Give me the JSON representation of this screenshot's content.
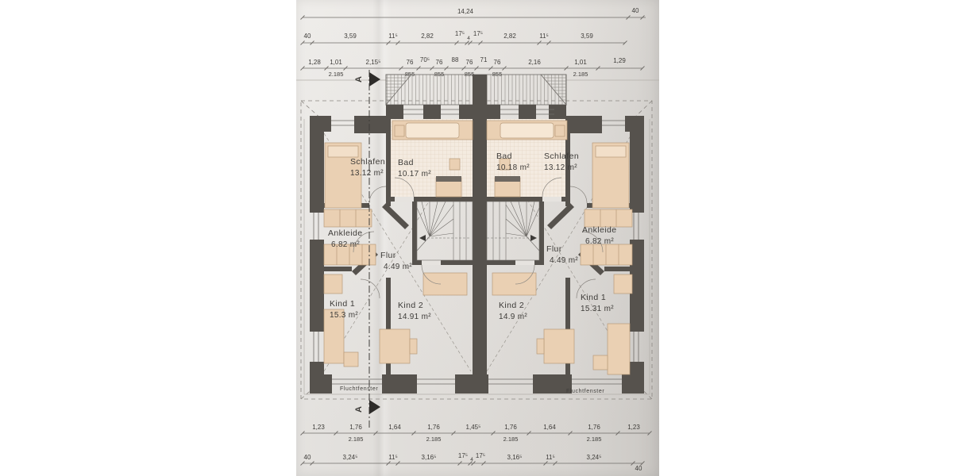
{
  "drawing": {
    "kind": "floor plan photo (upper storey, semi-detached duplex)"
  },
  "rooms": {
    "l_schlafen": {
      "name": "Schlafen",
      "area": "13.12 m²"
    },
    "l_bad": {
      "name": "Bad",
      "area": "10.17 m²"
    },
    "l_ankleide": {
      "name": "Ankleide",
      "area": "6.82 m²"
    },
    "l_flur": {
      "name": "Flur",
      "area": "4.49 m²"
    },
    "l_kind1": {
      "name": "Kind 1",
      "area": "15.3 m²"
    },
    "l_kind2": {
      "name": "Kind 2",
      "area": "14.91 m²"
    },
    "r_schlafen": {
      "name": "Schlafen",
      "area": "13.12 m²"
    },
    "r_bad": {
      "name": "Bad",
      "area": "10.18 m²"
    },
    "r_ankleide": {
      "name": "Ankleide",
      "area": "6.82 m²"
    },
    "r_flur": {
      "name": "Flur",
      "area": "4.49 m²"
    },
    "r_kind1": {
      "name": "Kind 1",
      "area": "15.31 m²"
    },
    "r_kind2": {
      "name": "Kind 2",
      "area": "14.9 m²"
    }
  },
  "annotations": {
    "fluchtfenster_left": "Fluchtfenster",
    "fluchtfenster_right": "Fluchtfenster",
    "section_marker": "A"
  },
  "dimensions": {
    "top_row1": [
      "14,24",
      "40"
    ],
    "top_row2": [
      "40",
      "3,59",
      "11⁵",
      "2,82",
      "17⁵",
      "4",
      "17⁵",
      "2,82",
      "11⁵",
      "3,59"
    ],
    "top_row3": [
      "1,28",
      "1,01",
      "2,15⁵",
      "76",
      "70⁵",
      "76",
      "88",
      "76",
      "71",
      "76",
      "2,16",
      "1,01",
      "1,29"
    ],
    "top_row3_sub": [
      "2.185",
      "855",
      "855",
      "855",
      "855",
      "2.185"
    ],
    "bottom_row1": [
      "1,23",
      "1,76",
      "1,64",
      "1,76",
      "1,45⁵",
      "1,76",
      "1,64",
      "1,76",
      "1,23"
    ],
    "bottom_row1_sub": [
      "2.185",
      "2.185",
      "2.185",
      "2.185"
    ],
    "bottom_row2": [
      "40",
      "3,24⁵",
      "11⁵",
      "3,16⁵",
      "17⁵",
      "4",
      "17⁵",
      "3,16⁵",
      "11⁵",
      "3,24⁵",
      "40"
    ]
  },
  "colors": {
    "wall": "#56524d",
    "furniture": "#ead0b3",
    "tile_floor": "#f4ebe0",
    "paper": "#e6e3df",
    "dashed_line": "#8a8681"
  }
}
